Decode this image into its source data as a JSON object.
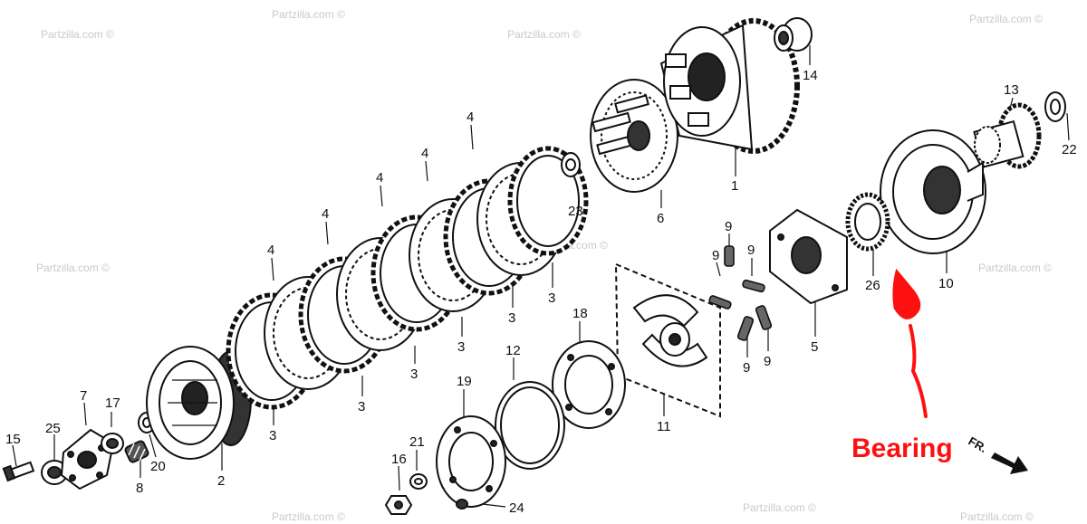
{
  "watermark": "Partzilla.com ©",
  "annotation": {
    "text": "Bearing",
    "color": "#ff1010"
  },
  "direction": {
    "text": "FR."
  },
  "colors": {
    "ink": "#111111",
    "annotation": "#ff1010",
    "watermark": "#c9c9c9"
  },
  "callouts": [
    {
      "id": "1",
      "label": "1"
    },
    {
      "id": "2",
      "label": "2"
    },
    {
      "id": "3a",
      "label": "3"
    },
    {
      "id": "3b",
      "label": "3"
    },
    {
      "id": "3c",
      "label": "3"
    },
    {
      "id": "3d",
      "label": "3"
    },
    {
      "id": "3e",
      "label": "3"
    },
    {
      "id": "3f",
      "label": "3"
    },
    {
      "id": "4a",
      "label": "4"
    },
    {
      "id": "4b",
      "label": "4"
    },
    {
      "id": "4c",
      "label": "4"
    },
    {
      "id": "4d",
      "label": "4"
    },
    {
      "id": "4e",
      "label": "4"
    },
    {
      "id": "5",
      "label": "5"
    },
    {
      "id": "6",
      "label": "6"
    },
    {
      "id": "7",
      "label": "7"
    },
    {
      "id": "8",
      "label": "8"
    },
    {
      "id": "9a",
      "label": "9"
    },
    {
      "id": "9b",
      "label": "9"
    },
    {
      "id": "9c",
      "label": "9"
    },
    {
      "id": "9d",
      "label": "9"
    },
    {
      "id": "9e",
      "label": "9"
    },
    {
      "id": "10",
      "label": "10"
    },
    {
      "id": "11",
      "label": "11"
    },
    {
      "id": "12",
      "label": "12"
    },
    {
      "id": "13",
      "label": "13"
    },
    {
      "id": "14",
      "label": "14"
    },
    {
      "id": "15",
      "label": "15"
    },
    {
      "id": "16",
      "label": "16"
    },
    {
      "id": "17",
      "label": "17"
    },
    {
      "id": "18",
      "label": "18"
    },
    {
      "id": "19",
      "label": "19"
    },
    {
      "id": "20",
      "label": "20"
    },
    {
      "id": "21",
      "label": "21"
    },
    {
      "id": "22",
      "label": "22"
    },
    {
      "id": "23",
      "label": "23"
    },
    {
      "id": "24",
      "label": "24"
    },
    {
      "id": "25",
      "label": "25"
    },
    {
      "id": "26",
      "label": "26"
    }
  ]
}
